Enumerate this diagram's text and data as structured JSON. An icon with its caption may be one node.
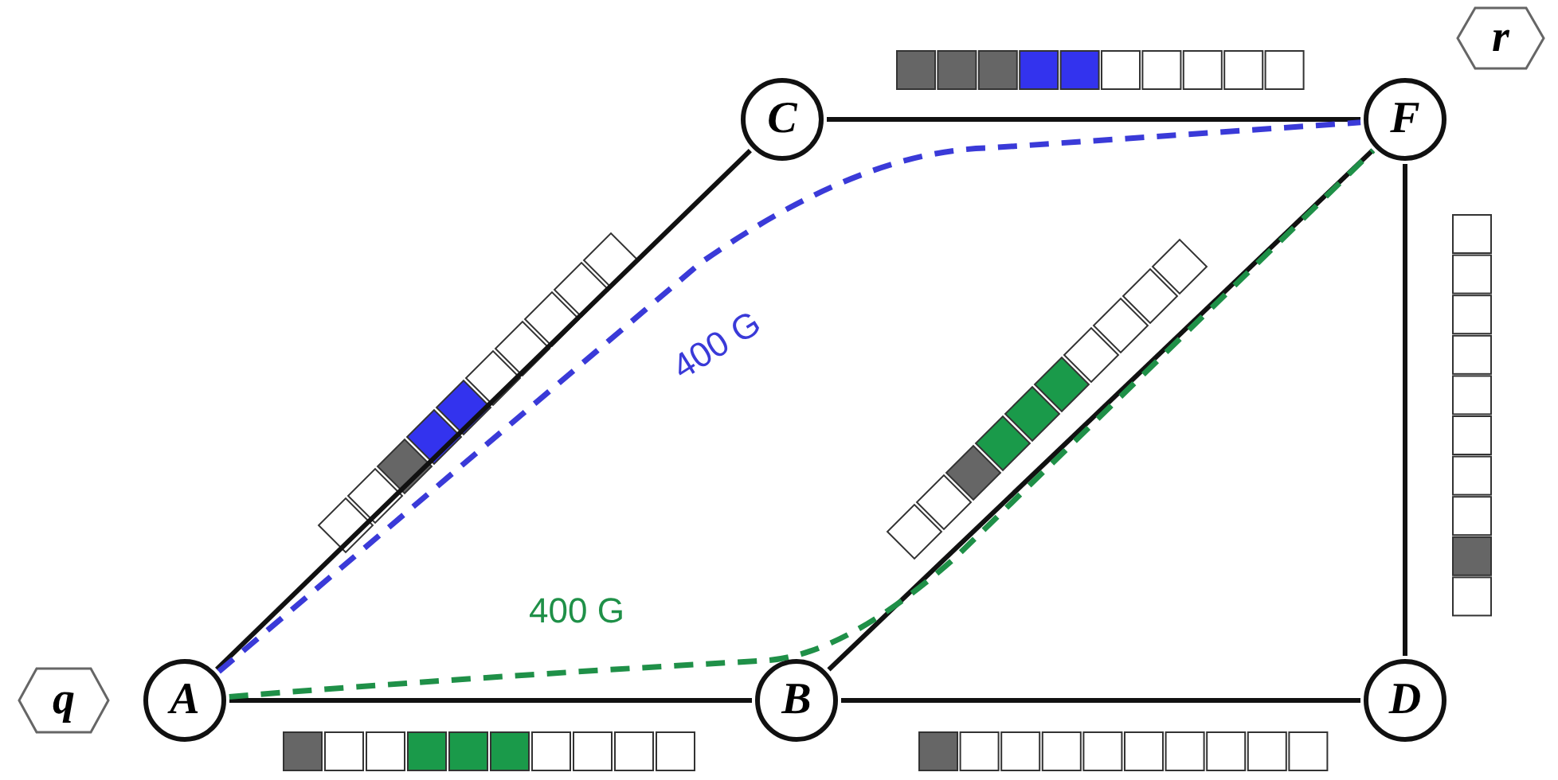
{
  "diagram": {
    "nodes": [
      {
        "text": [
          "r"
        ]
      },
      {
        "text": [
          "C"
        ]
      },
      {
        "text": [
          "F"
        ]
      },
      {
        "text": [
          "q"
        ]
      },
      {
        "text": [
          "A"
        ]
      },
      {
        "text": [
          "B"
        ]
      },
      {
        "text": [
          "D"
        ]
      }
    ],
    "edges": [
      {
        "from": 4,
        "to": 1,
        "arrow": "none"
      },
      {
        "from": 1,
        "to": 2,
        "arrow": "none"
      },
      {
        "from": 4,
        "to": 5,
        "arrow": "none"
      },
      {
        "from": 5,
        "to": 2,
        "arrow": "none"
      },
      {
        "from": 2,
        "to": 6,
        "arrow": "none"
      },
      {
        "from": 5,
        "to": 6,
        "arrow": "none"
      },
      {
        "from": 4,
        "to": 2,
        "arrow": "none",
        "label": "400 G",
        "style": "dashed",
        "color": "#3a3ad8"
      },
      {
        "from": 4,
        "to": 2,
        "arrow": "none",
        "label": "400 G",
        "style": "dashed",
        "color": "#1f9048"
      }
    ]
  }
}
